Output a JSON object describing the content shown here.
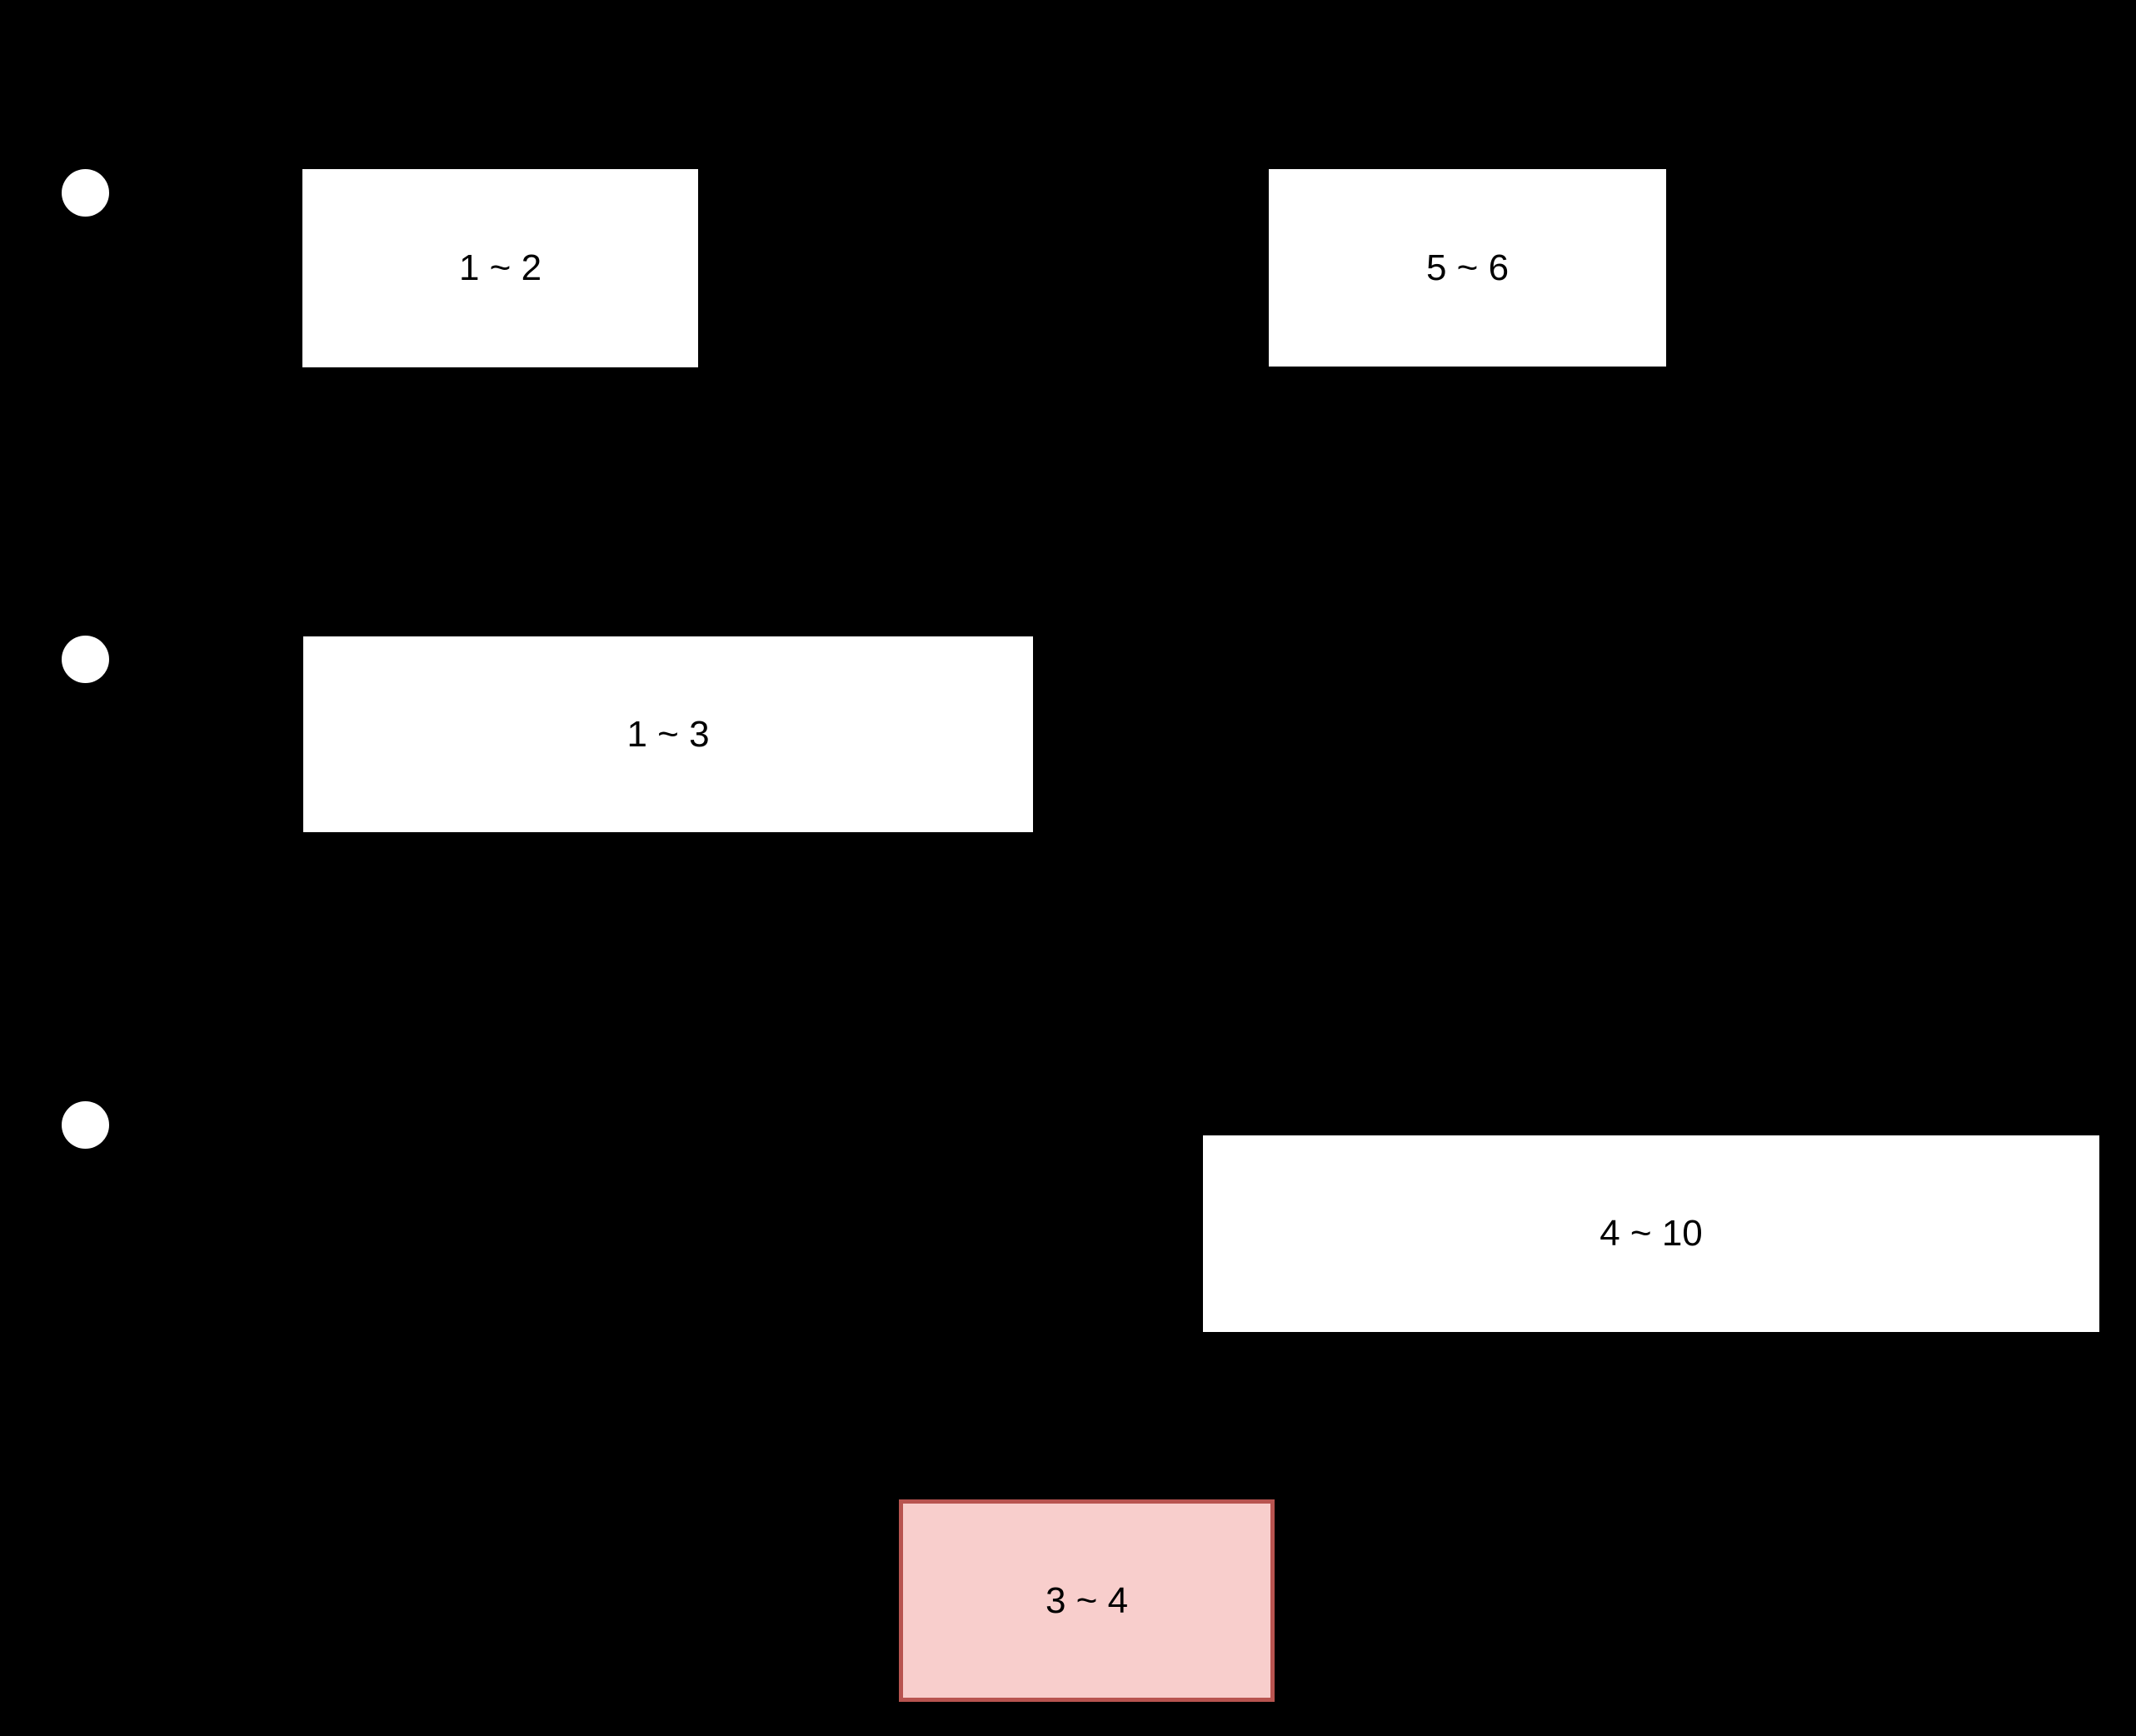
{
  "diagram": {
    "type": "interval-schedule-diagram",
    "background_color": "#000000",
    "colors": {
      "box_fill": "#ffffff",
      "box_text": "#000000",
      "highlight_fill": "#f8cecc",
      "highlight_border": "#b85450",
      "bullet_fill": "#ffffff"
    },
    "rows": [
      {
        "index": 1,
        "bullet": "white-circle"
      },
      {
        "index": 2,
        "bullet": "white-circle"
      },
      {
        "index": 3,
        "bullet": "white-circle"
      }
    ],
    "intervals": [
      {
        "label": "1 ~ 2",
        "start": 1,
        "end": 2,
        "row": 1,
        "highlighted": false
      },
      {
        "label": "5 ~ 6",
        "start": 5,
        "end": 6,
        "row": 1,
        "highlighted": false
      },
      {
        "label": "1 ~ 3",
        "start": 1,
        "end": 3,
        "row": 2,
        "highlighted": false
      },
      {
        "label": "4 ~ 10",
        "start": 4,
        "end": 10,
        "row": 3,
        "highlighted": false
      },
      {
        "label": "3 ~ 4",
        "start": 3,
        "end": 4,
        "row": 4,
        "highlighted": true
      }
    ]
  }
}
